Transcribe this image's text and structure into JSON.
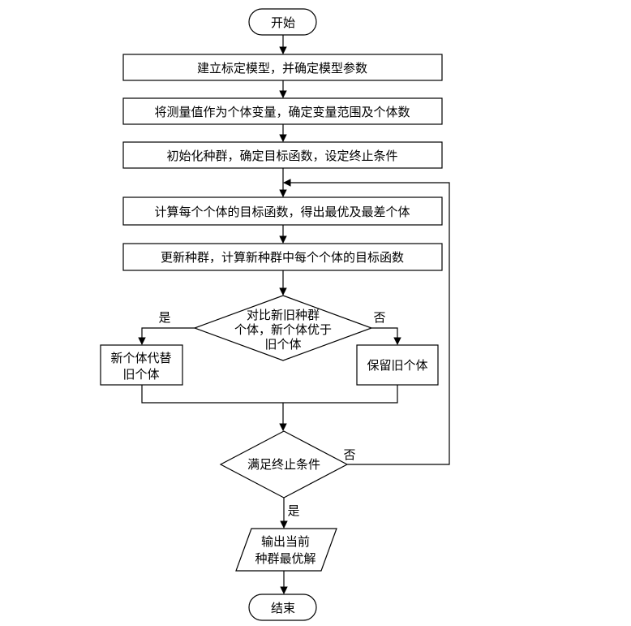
{
  "nodes": {
    "start": "开始",
    "step1": "建立标定模型，并确定模型参数",
    "step2": "将测量值作为个体变量，确定变量范围及个体数",
    "step3": "初始化种群，确定目标函数，设定终止条件",
    "step4": "计算每个个体的目标函数，得出最优及最差个体",
    "step5": "更新种群，计算新种群中每个个体的目标函数",
    "decision1": [
      "对比新旧种群",
      "个体，新个体优于",
      "旧个体"
    ],
    "replace": [
      "新个体代替",
      "旧个体"
    ],
    "keep": "保留旧个体",
    "decision2": "满足终止条件",
    "output": [
      "输出当前",
      "种群最优解"
    ],
    "end": "结束"
  },
  "edge_labels": {
    "d1_yes": "是",
    "d1_no": "否",
    "d2_no": "否",
    "d2_yes": "是"
  }
}
